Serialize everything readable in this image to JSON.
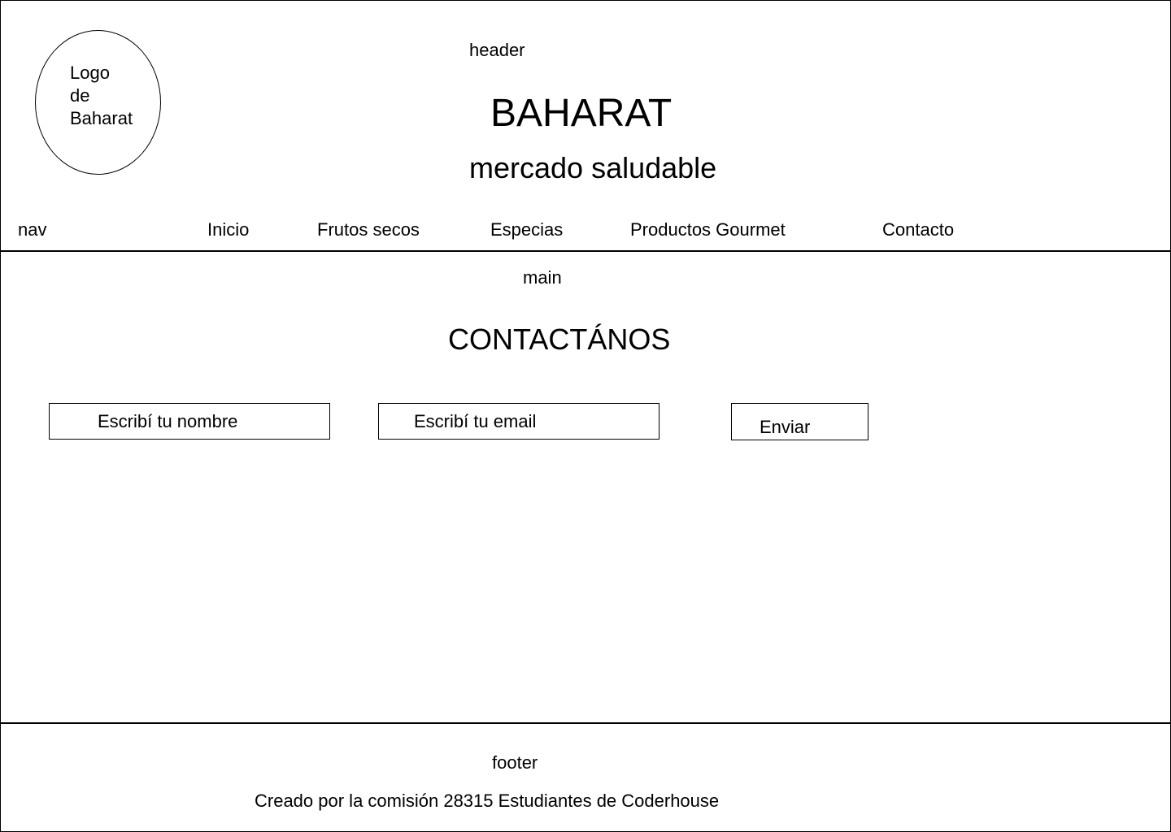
{
  "header": {
    "region_label": "header",
    "logo_lines": [
      "Logo",
      "de",
      "Baharat"
    ],
    "title": "BAHARAT",
    "subtitle": "mercado saludable"
  },
  "nav": {
    "region_label": "nav",
    "items": [
      {
        "label": "Inicio"
      },
      {
        "label": "Frutos secos"
      },
      {
        "label": "Especias"
      },
      {
        "label": "Productos Gourmet"
      },
      {
        "label": "Contacto"
      }
    ]
  },
  "main": {
    "region_label": "main",
    "section_title": "CONTACTÁNOS",
    "form": {
      "name_placeholder": "Escribí tu nombre",
      "email_placeholder": "Escribí tu email",
      "submit_label": "Enviar"
    }
  },
  "footer": {
    "region_label": "footer",
    "credits": "Creado por la comisión 28315 Estudiantes de Coderhouse"
  }
}
